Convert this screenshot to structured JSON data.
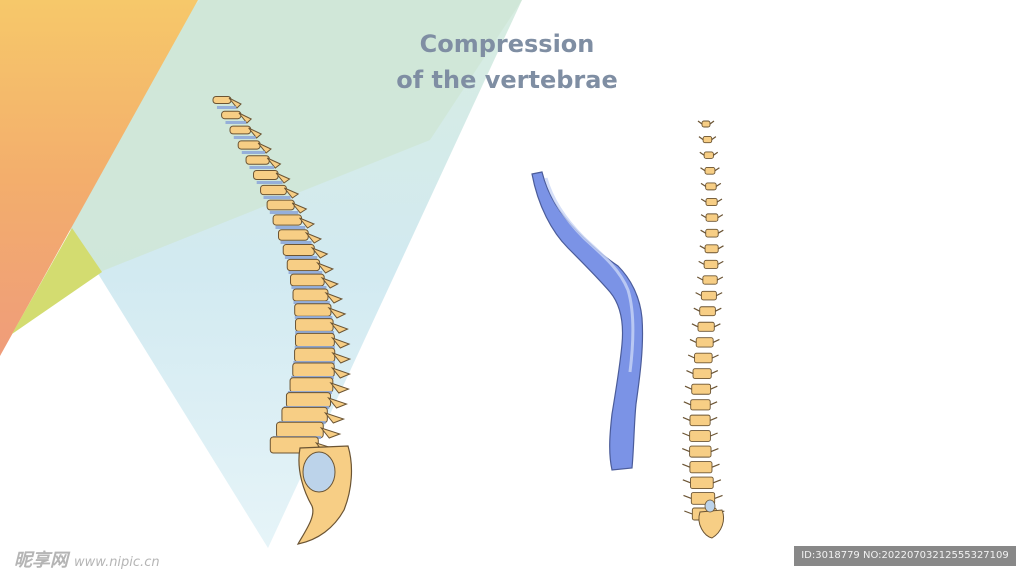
{
  "title": {
    "line1": "Compression",
    "line2": "of the vertebrae"
  },
  "watermark": {
    "site_cn": "昵享网",
    "site_url": "www.nipic.cn",
    "id_text": "ID:3018779 NO:20220703212555327109"
  },
  "colors": {
    "title": "#7f8ea3",
    "bone_fill": "#f7ce85",
    "bone_stroke": "#6b5433",
    "disc_fill": "#8ea9d8",
    "silhouette_fill": "#7b93e6",
    "silhouette_edge": "#c9d6f6",
    "bg_orange": "#f0a36a",
    "bg_yellow": "#f5c46a",
    "bg_lime": "#cfdc6e",
    "bg_mint": "#cfe6d6",
    "bg_sky": "#d3ebf2"
  },
  "figures": [
    {
      "name": "lateral-spine-with-discs",
      "description_icon": "spine-side-icon"
    },
    {
      "name": "compressed-spine-silhouette",
      "description_icon": "spine-silhouette-icon"
    },
    {
      "name": "front-view-spine",
      "description_icon": "spine-front-icon"
    }
  ]
}
